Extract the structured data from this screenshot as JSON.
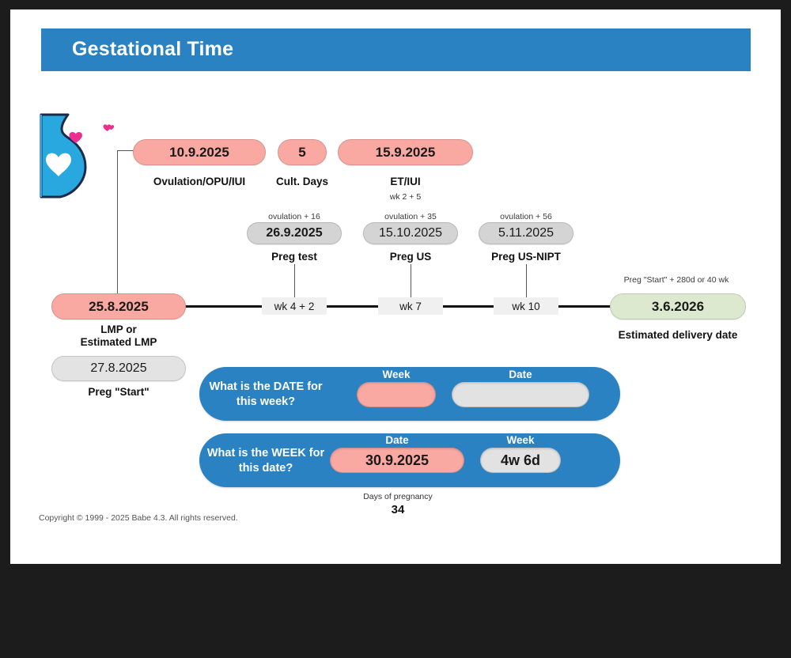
{
  "header": {
    "title": "Gestational Time"
  },
  "icon": {
    "name": "pregnant-woman-icon"
  },
  "top_row": [
    {
      "value": "10.9.2025",
      "caption": "Ovulation/OPU/IUI",
      "sub": ""
    },
    {
      "value": "5",
      "caption": "Cult. Days",
      "sub": ""
    },
    {
      "value": "15.9.2025",
      "caption": "ET/IUI",
      "sub": "wk 2 + 5"
    }
  ],
  "mid_row": [
    {
      "mini": "ovulation + 16",
      "value": "26.9.2025",
      "caption": "Preg test"
    },
    {
      "mini": "ovulation + 35",
      "value": "15.10.2025",
      "caption": "Preg US"
    },
    {
      "mini": "ovulation + 56",
      "value": "5.11.2025",
      "caption": "Preg US-NIPT"
    }
  ],
  "timeline": {
    "start": {
      "value": "25.8.2025",
      "caption_line1": "LMP or",
      "caption_line2": "Estimated LMP"
    },
    "preg_start": {
      "value": "27.8.2025",
      "caption": "Preg \"Start\""
    },
    "weeks": [
      "wk 4 + 2",
      "wk 7",
      "wk 10"
    ],
    "end": {
      "mini": "Preg \"Start\" + 280d or 40 wk",
      "value": "3.6.2026",
      "caption": "Estimated delivery date"
    }
  },
  "panels": [
    {
      "question_line1": "What is the DATE for",
      "question_line2": "this week?",
      "input_label": "Week",
      "input_value": "",
      "output_label": "Date",
      "output_value": ""
    },
    {
      "question_line1": "What is the WEEK for",
      "question_line2": "this date?",
      "input_label": "Date",
      "input_value": "30.9.2025",
      "output_label": "Week",
      "output_value": "4w 6d"
    }
  ],
  "days": {
    "label": "Days of pregnancy",
    "value": "34"
  },
  "footer": {
    "copyright": "Copyright © 1999 - 2025 Babe 4.3. All rights reserved."
  },
  "colors": {
    "brand_blue": "#2b82c3",
    "pink": "#f9a8a2",
    "gray": "#d4d4d4",
    "green": "#dde9cf",
    "page": "#ffffff",
    "backdrop": "#1c1c1c"
  }
}
